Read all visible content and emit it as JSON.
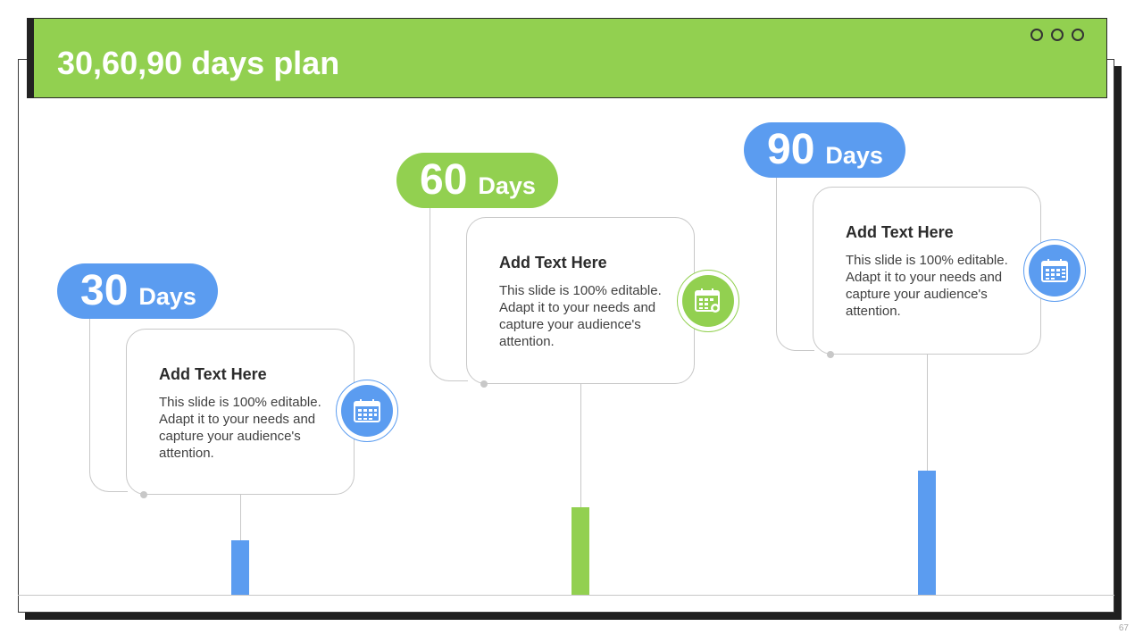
{
  "title": "30,60,90 days plan",
  "page_number": "67",
  "colors": {
    "green": "#92d050",
    "blue": "#5b9cf0",
    "gray_line": "#c8c8c8"
  },
  "milestones": [
    {
      "number": "30",
      "unit": "Days",
      "color": "#5b9cf0",
      "icon": "calendar-icon",
      "card_title": "Add Text Here",
      "card_body": "This slide is 100% editable. Adapt it to your needs and capture your audience's attention."
    },
    {
      "number": "60",
      "unit": "Days",
      "color": "#92d050",
      "icon": "calendar-icon",
      "card_title": "Add Text Here",
      "card_body": "This slide is 100% editable. Adapt it to your needs and capture your audience's attention."
    },
    {
      "number": "90",
      "unit": "Days",
      "color": "#5b9cf0",
      "icon": "calendar-icon",
      "card_title": "Add Text Here",
      "card_body": "This slide is 100% editable. Adapt it to your needs and capture your audience's attention."
    }
  ]
}
